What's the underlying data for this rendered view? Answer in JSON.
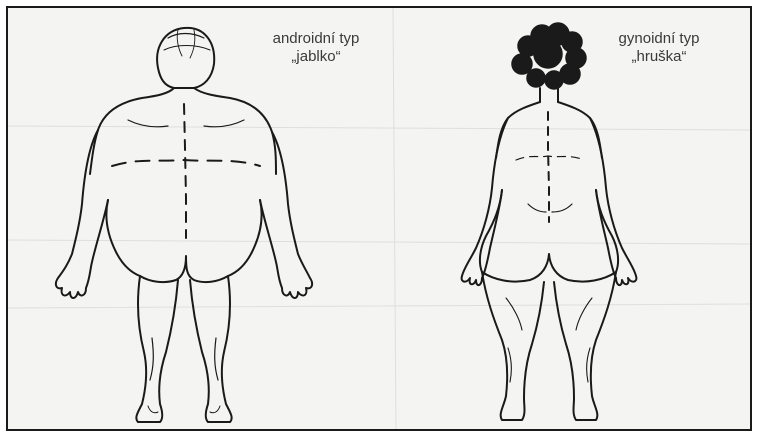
{
  "figures": [
    {
      "id": "android",
      "type_label": "androidní typ",
      "nickname": "„jablko“"
    },
    {
      "id": "gynoid",
      "type_label": "gynoidní typ",
      "nickname": "„hruška“"
    }
  ],
  "colors": {
    "background": "#f4f4f2",
    "ink": "#1a1a1a",
    "label": "#3a3a3a",
    "border": "#1a1a1a"
  }
}
